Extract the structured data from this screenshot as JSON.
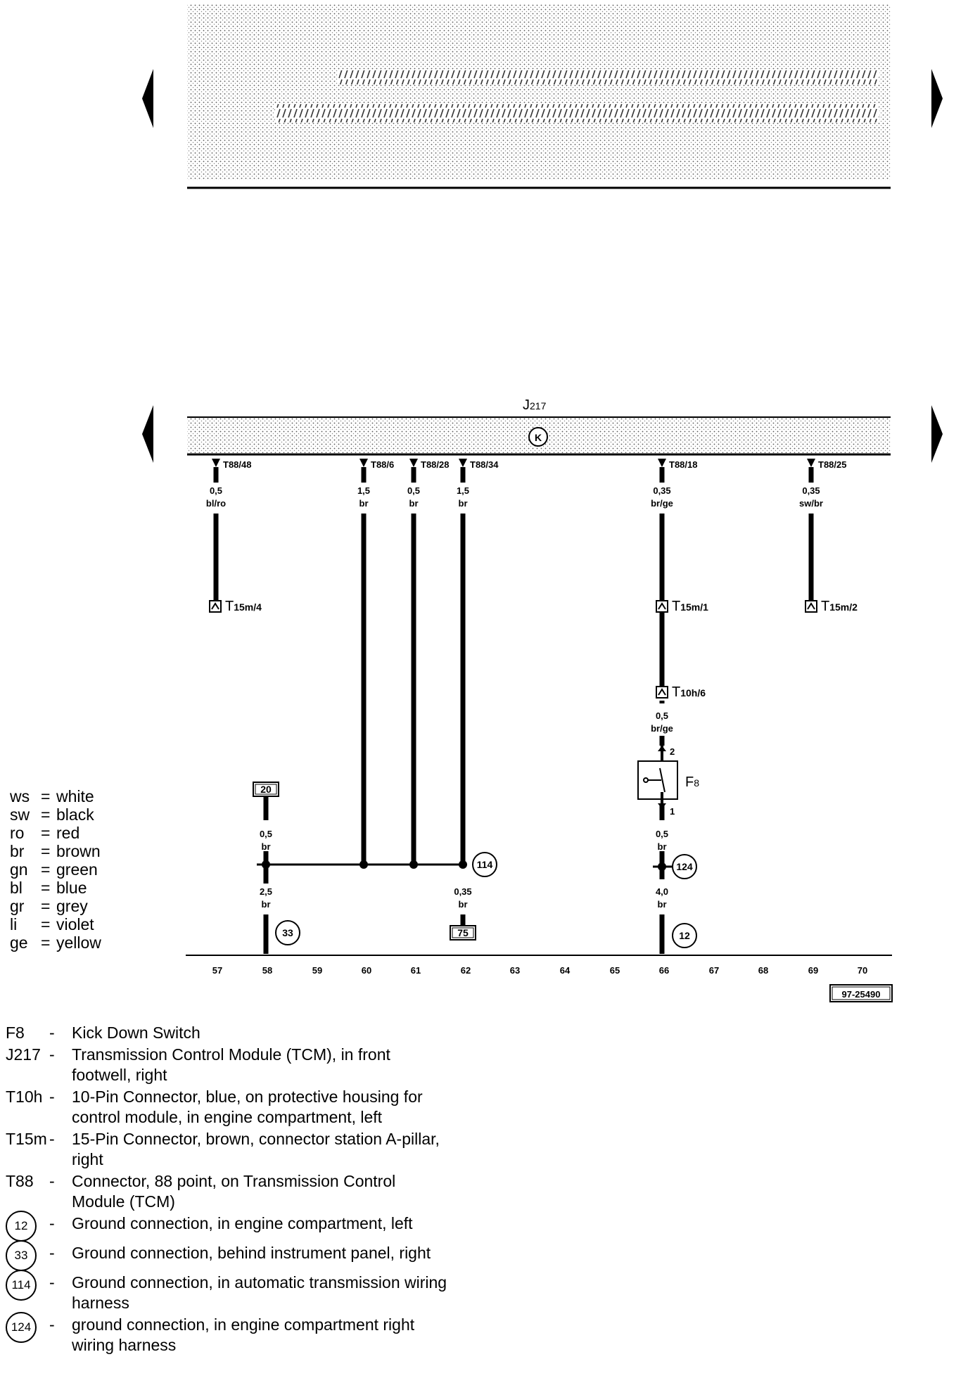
{
  "module": {
    "name": "J",
    "sub": "217",
    "internal_symbol": "K"
  },
  "pins": [
    {
      "name": "T88/48",
      "gauge": "0,5",
      "color": "bl/ro"
    },
    {
      "name": "T88/6",
      "gauge": "1,5",
      "color": "br"
    },
    {
      "name": "T88/28",
      "gauge": "0,5",
      "color": "br"
    },
    {
      "name": "T88/34",
      "gauge": "1,5",
      "color": "br"
    },
    {
      "name": "T88/18",
      "gauge": "0,35",
      "color": "br/ge"
    },
    {
      "name": "T88/25",
      "gauge": "0,35",
      "color": "sw/br"
    }
  ],
  "connectors": {
    "t15m4": {
      "name": "T",
      "sub": "15m/4"
    },
    "t15m1": {
      "name": "T",
      "sub": "15m/1"
    },
    "t15m2": {
      "name": "T",
      "sub": "15m/2"
    },
    "t10h6": {
      "name": "T",
      "sub": "10h/6"
    }
  },
  "switch": {
    "name": "F",
    "sub": "8",
    "pin_top": "2",
    "pin_bottom": "1",
    "wire_top_gauge": "0,5",
    "wire_top_color": "br/ge",
    "wire_bottom_gauge": "0,5",
    "wire_bottom_color": "br"
  },
  "refs": {
    "ref20": "20",
    "ref75": "75"
  },
  "wires": {
    "w20_gauge": "0,5",
    "w20_color": "br",
    "w33_gauge": "2,5",
    "w33_color": "br",
    "w75_gauge": "0,35",
    "w75_color": "br",
    "w12_gauge": "4,0",
    "w12_color": "br"
  },
  "grounds": {
    "g33": "33",
    "g114": "114",
    "g124": "124",
    "g12": "12"
  },
  "tracks": [
    "57",
    "58",
    "59",
    "60",
    "61",
    "62",
    "63",
    "64",
    "65",
    "66",
    "67",
    "68",
    "69",
    "70"
  ],
  "diagram_id": "97-25490",
  "color_key": [
    {
      "code": "ws",
      "eq": "=",
      "name": "white"
    },
    {
      "code": "sw",
      "eq": "=",
      "name": "black"
    },
    {
      "code": "ro",
      "eq": "=",
      "name": "red"
    },
    {
      "code": "br",
      "eq": "=",
      "name": "brown"
    },
    {
      "code": "gn",
      "eq": "=",
      "name": "green"
    },
    {
      "code": "bl",
      "eq": "=",
      "name": "blue"
    },
    {
      "code": "gr",
      "eq": "=",
      "name": "grey"
    },
    {
      "code": "li",
      "eq": "=",
      "name": "violet"
    },
    {
      "code": "ge",
      "eq": "=",
      "name": "yellow"
    }
  ],
  "legend": [
    {
      "sym": "F8",
      "dash": "-",
      "desc": "Kick Down Switch"
    },
    {
      "sym": "J217",
      "dash": "-",
      "desc": "Transmission Control Module (TCM), in front footwell, right"
    },
    {
      "sym": "T10h",
      "dash": "-",
      "desc": "10-Pin Connector, blue, on protective housing for control module, in engine compartment, left"
    },
    {
      "sym": "T15m",
      "dash": "-",
      "desc": "15-Pin Connector, brown, connector station A-pillar, right"
    },
    {
      "sym": "T88",
      "dash": "-",
      "desc": "Connector, 88 point, on Transmission Control Module (TCM)"
    },
    {
      "sym": "12",
      "dash": "-",
      "desc": "Ground connection, in engine compartment, left"
    },
    {
      "sym": "33",
      "dash": "-",
      "desc": "Ground connection, behind instrument panel, right"
    },
    {
      "sym": "114",
      "dash": "-",
      "desc": "Ground connection, in automatic transmission wiring harness"
    },
    {
      "sym": "124",
      "dash": "-",
      "desc": "ground connection, in engine compartment right wiring harness"
    }
  ]
}
